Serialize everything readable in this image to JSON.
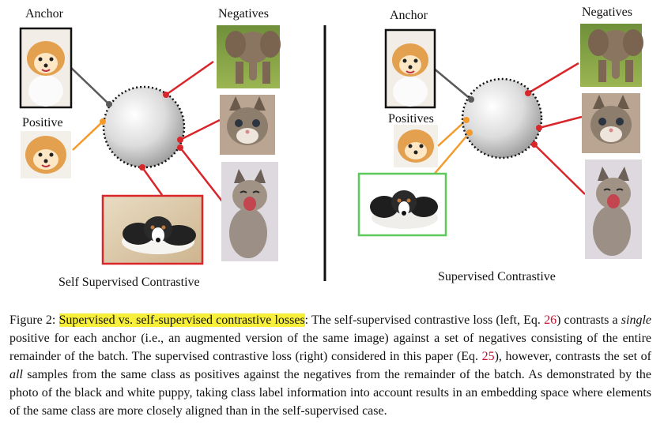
{
  "figure": {
    "left_panel": {
      "anchor_label": "Anchor",
      "positive_label": "Positive",
      "negatives_label": "Negatives",
      "subtitle": "Self Supervised Contrastive"
    },
    "right_panel": {
      "anchor_label": "Anchor",
      "positives_label": "Positives",
      "negatives_label": "Negatives",
      "subtitle": "Supervised Contrastive"
    },
    "colors": {
      "anchor_line": "#5a5a5a",
      "positive_line": "#f39a2b",
      "negative_line": "#d9262b",
      "frame_anchor": "#111111",
      "frame_negative": "#d9262b",
      "frame_positive": "#5cc95a",
      "highlight": "#f7ef3a",
      "reference": "#c8102e"
    }
  },
  "caption": {
    "prefix": "Figure 2: ",
    "highlight": "Supervised vs. self-supervised contrastive losses",
    "t1": ": The self-supervised contrastive loss (left, Eq. ",
    "ref1": "26",
    "t2": ") contrasts a ",
    "em1": "single",
    "t3": " positive for each anchor (i.e., an augmented version of the same image) against a set of negatives consisting of the entire remainder of the batch.  The supervised contrastive loss (right) considered in this paper (Eq. ",
    "ref2": "25",
    "t4": "), however, contrasts the set of ",
    "em2": "all",
    "t5": " samples from the same class as positives against the negatives from the remainder of the batch. As demonstrated by the photo of the black and white puppy, taking class label information into account results in an embedding space where elements of the same class are more closely aligned than in the self-supervised case."
  }
}
